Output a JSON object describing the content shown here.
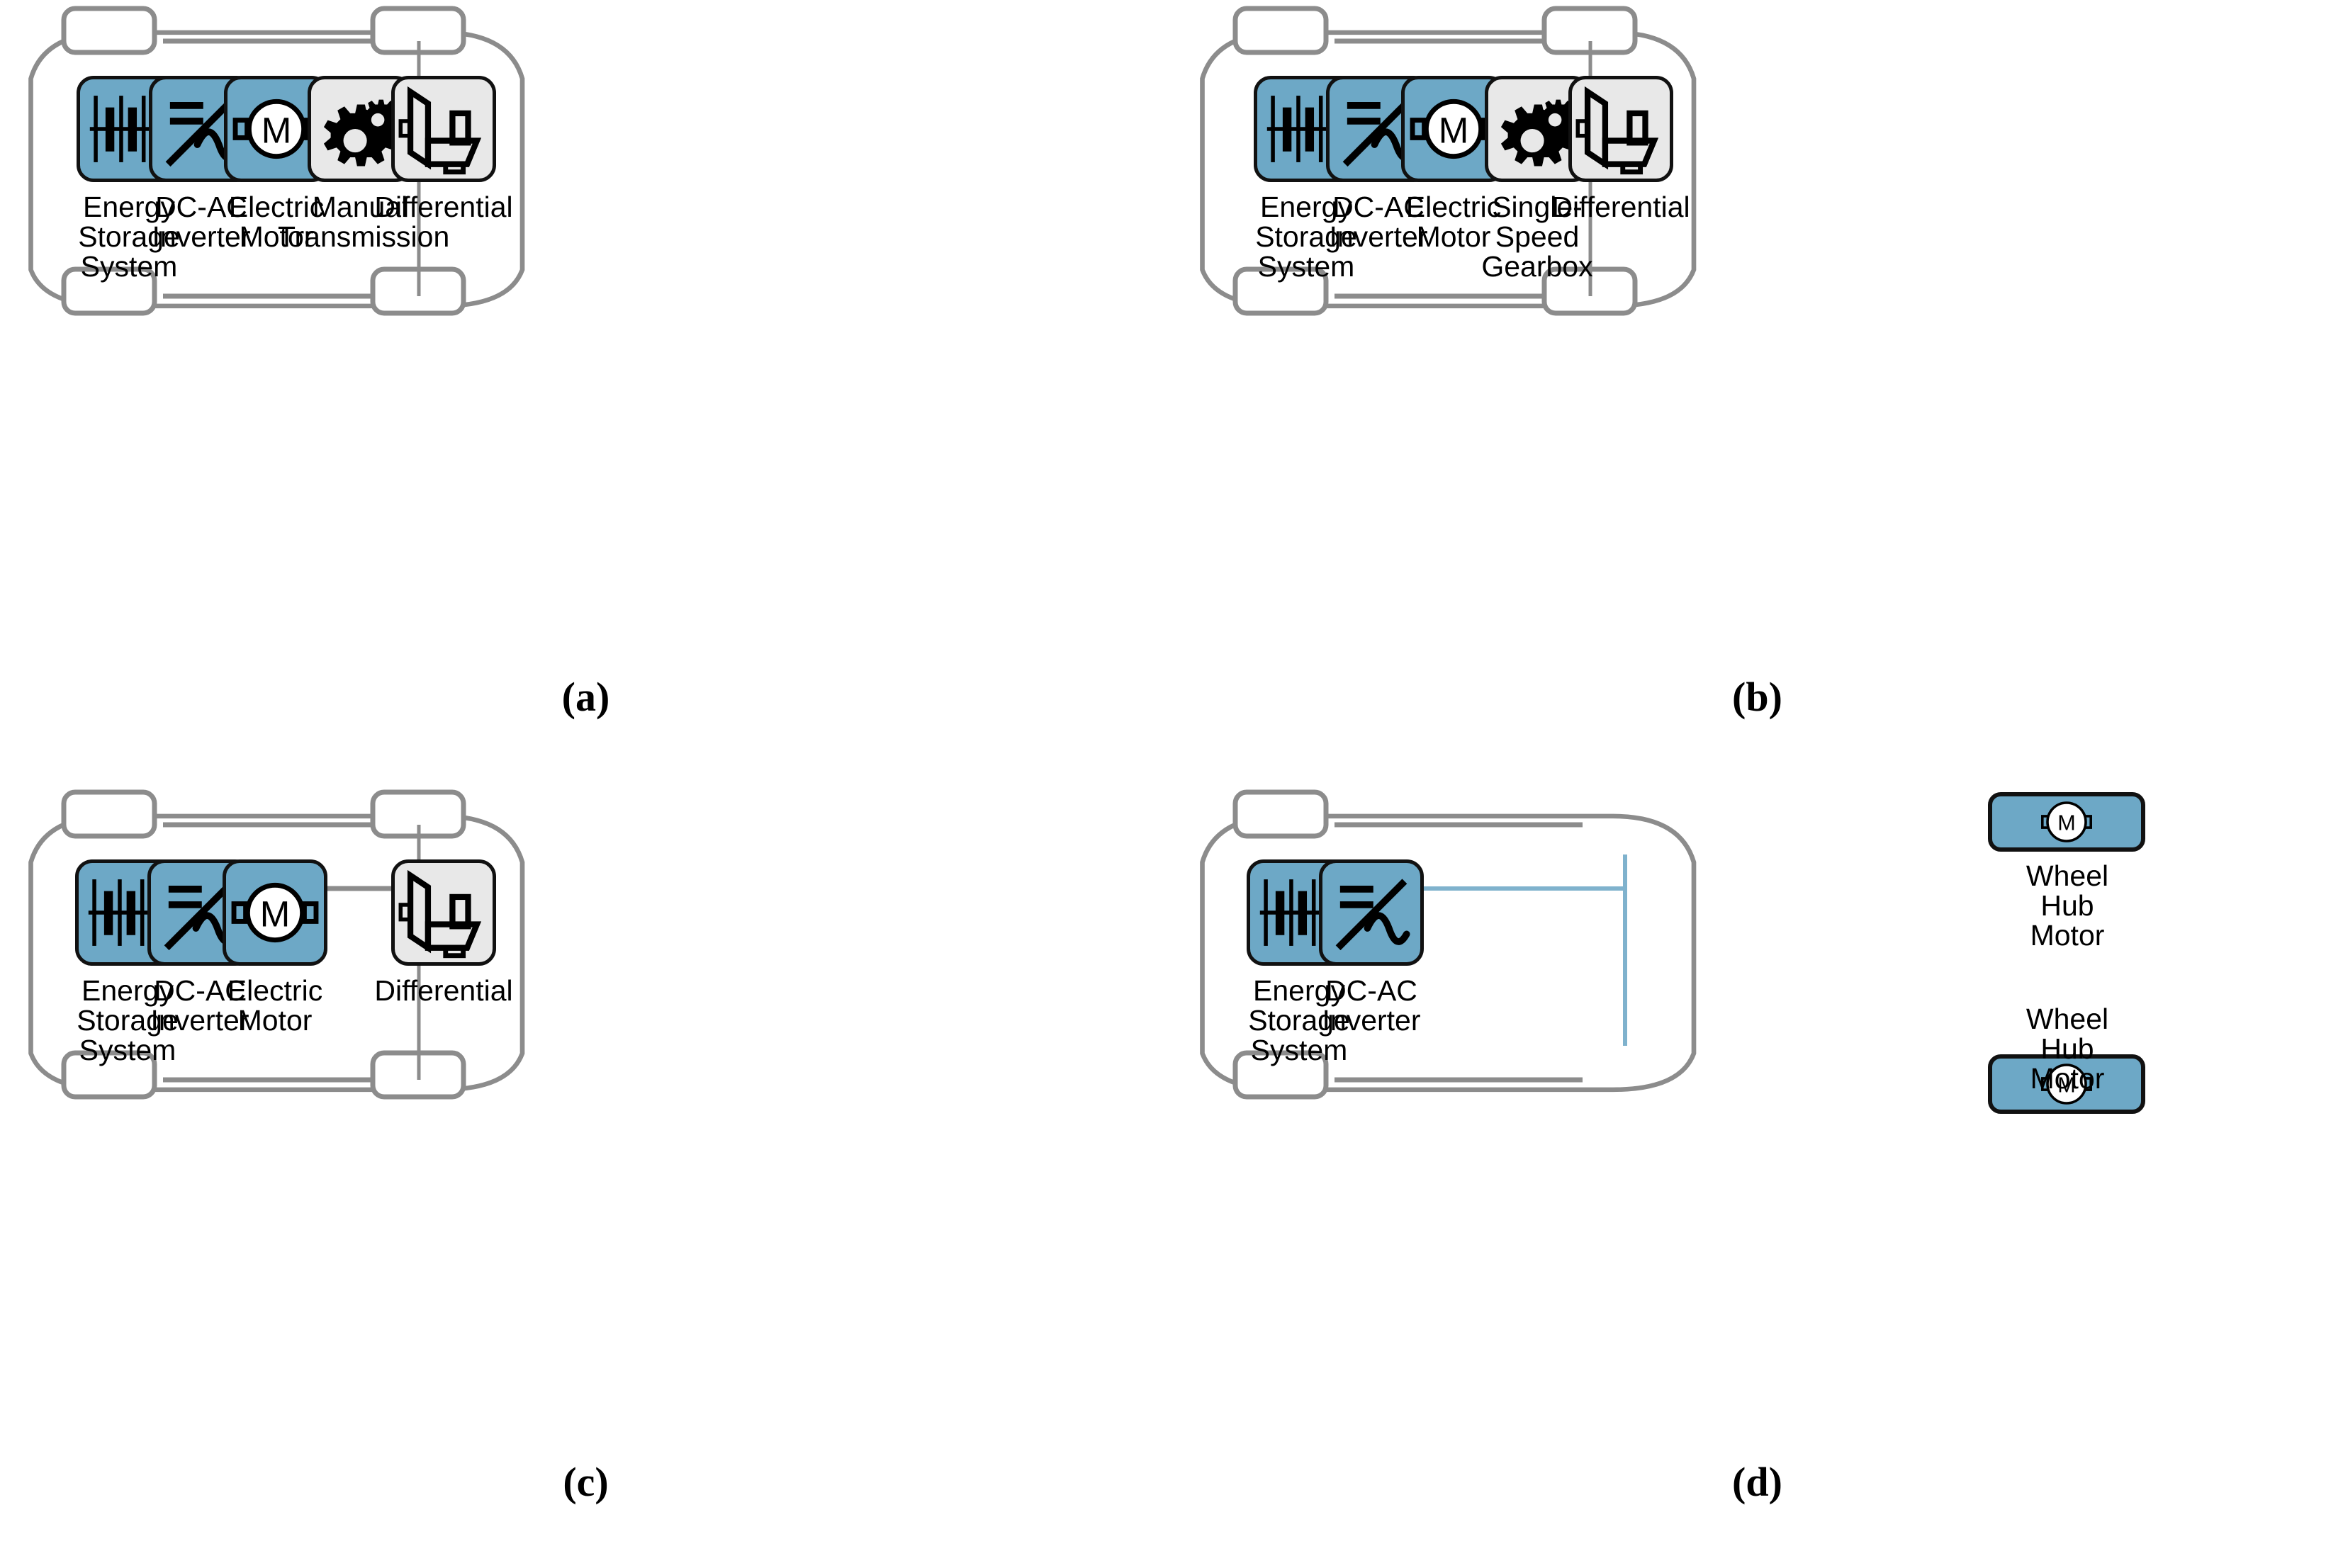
{
  "figure": {
    "type": "diagram",
    "description": "Four electric vehicle powertrain topology schematics",
    "colors": {
      "component_blue": "#6da8c6",
      "component_grey": "#e8e8e8",
      "chassis_grey": "#8c8c8c",
      "electrical_link_blue": "#7fb2cd",
      "mechanical_link_grey": "#8c8c8c",
      "outline_black": "#111111"
    }
  },
  "panels": [
    {
      "id": "a",
      "caption": "(a)",
      "components": [
        {
          "key": "ess",
          "icon": "battery-icon",
          "style": "blue",
          "label": "Energy\nStorage\nSystem"
        },
        {
          "key": "inv",
          "icon": "dc-ac-inverter-icon",
          "style": "blue",
          "label": "DC-AC\nInverter"
        },
        {
          "key": "motor",
          "icon": "electric-motor-icon",
          "style": "blue",
          "label": "Electric\nMotor"
        },
        {
          "key": "trans",
          "icon": "gears-icon",
          "style": "grey",
          "label": "Manual\nTransmission"
        },
        {
          "key": "diff",
          "icon": "differential-icon",
          "style": "grey",
          "label": "Differential"
        }
      ],
      "links": [
        {
          "from": "ess",
          "to": "inv",
          "kind": "electrical"
        },
        {
          "from": "inv",
          "to": "motor",
          "kind": "electrical"
        },
        {
          "from": "motor",
          "to": "trans",
          "kind": "mechanical"
        },
        {
          "from": "trans",
          "to": "diff",
          "kind": "mechanical"
        },
        {
          "from": "diff",
          "to": "rear-axle",
          "kind": "mechanical"
        }
      ],
      "wheels": [
        "front-left",
        "front-right",
        "rear-left",
        "rear-right"
      ]
    },
    {
      "id": "b",
      "caption": "(b)",
      "components": [
        {
          "key": "ess",
          "icon": "battery-icon",
          "style": "blue",
          "label": "Energy\nStorage\nSystem"
        },
        {
          "key": "inv",
          "icon": "dc-ac-inverter-icon",
          "style": "blue",
          "label": "DC-AC\nInverter"
        },
        {
          "key": "motor",
          "icon": "electric-motor-icon",
          "style": "blue",
          "label": "Electric\nMotor"
        },
        {
          "key": "gbox",
          "icon": "gears-icon",
          "style": "grey",
          "label": "Single-\nSpeed\nGearbox"
        },
        {
          "key": "diff",
          "icon": "differential-icon",
          "style": "grey",
          "label": "Differential"
        }
      ],
      "links": [
        {
          "from": "ess",
          "to": "inv",
          "kind": "electrical"
        },
        {
          "from": "inv",
          "to": "motor",
          "kind": "electrical"
        },
        {
          "from": "motor",
          "to": "gbox",
          "kind": "mechanical"
        },
        {
          "from": "gbox",
          "to": "diff",
          "kind": "mechanical"
        },
        {
          "from": "diff",
          "to": "rear-axle",
          "kind": "mechanical"
        }
      ],
      "wheels": [
        "front-left",
        "front-right",
        "rear-left",
        "rear-right"
      ]
    },
    {
      "id": "c",
      "caption": "(c)",
      "components": [
        {
          "key": "ess",
          "icon": "battery-icon",
          "style": "blue",
          "label": "Energy\nStorage\nSystem"
        },
        {
          "key": "inv",
          "icon": "dc-ac-inverter-icon",
          "style": "blue",
          "label": "DC-AC\nInverter"
        },
        {
          "key": "motor",
          "icon": "electric-motor-icon",
          "style": "blue",
          "label": "Electric\nMotor"
        },
        {
          "key": "diff",
          "icon": "differential-icon",
          "style": "grey",
          "label": "Differential"
        }
      ],
      "links": [
        {
          "from": "ess",
          "to": "inv",
          "kind": "electrical"
        },
        {
          "from": "inv",
          "to": "motor",
          "kind": "electrical"
        },
        {
          "from": "motor",
          "to": "diff",
          "kind": "mechanical"
        },
        {
          "from": "diff",
          "to": "rear-axle",
          "kind": "mechanical"
        }
      ],
      "wheels": [
        "front-left",
        "front-right",
        "rear-left",
        "rear-right"
      ]
    },
    {
      "id": "d",
      "caption": "(d)",
      "components": [
        {
          "key": "ess",
          "icon": "battery-icon",
          "style": "blue",
          "label": "Energy\nStorage\nSystem"
        },
        {
          "key": "inv",
          "icon": "dc-ac-inverter-icon",
          "style": "blue",
          "label": "DC-AC\nInverter"
        }
      ],
      "hub_motors": [
        {
          "key": "hub-top",
          "icon": "electric-motor-icon",
          "label": "Wheel\nHub\nMotor"
        },
        {
          "key": "hub-bottom",
          "icon": "electric-motor-icon",
          "label": "Wheel\nHub\nMotor"
        }
      ],
      "links": [
        {
          "from": "ess",
          "to": "inv",
          "kind": "electrical"
        },
        {
          "from": "inv",
          "to": "hub-top",
          "kind": "electrical"
        },
        {
          "from": "inv",
          "to": "hub-bottom",
          "kind": "electrical"
        }
      ],
      "wheels": [
        "front-left",
        "rear-left"
      ]
    }
  ]
}
